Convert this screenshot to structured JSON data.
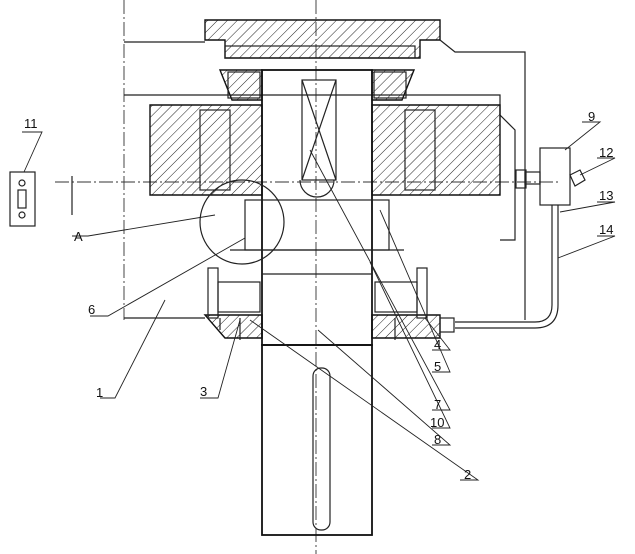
{
  "figure": {
    "labels": {
      "l1": "1",
      "l2": "2",
      "l3": "3",
      "l4": "4",
      "l5": "5",
      "l6": "6",
      "l7": "7",
      "l8": "8",
      "l9": "9",
      "l10": "10",
      "l11": "11",
      "l12": "12",
      "l13": "13",
      "l14": "14",
      "detail": "A"
    }
  }
}
